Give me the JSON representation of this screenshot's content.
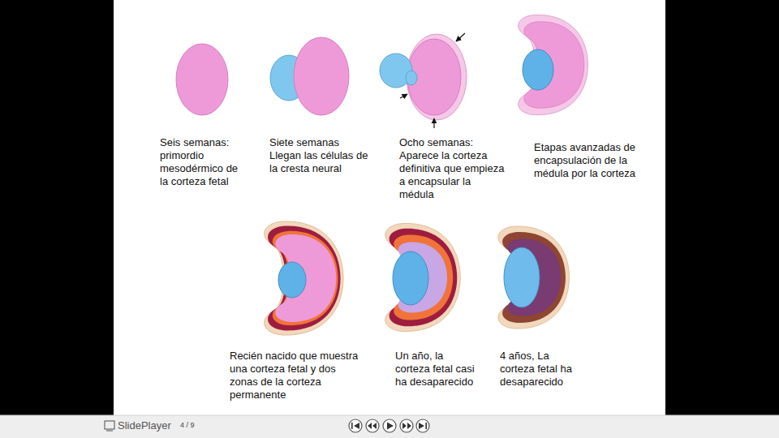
{
  "diagram": {
    "labels": [
      "Seis semanas: primordio mesodérmico de la corteza fetal",
      "Siete semanas Llegan las células de la cresta neural",
      "Ocho semanas: Aparece la corteza definitiva que empieza a encapsular la médula",
      "Etapas avanzadas de encapsulación de la médula por la corteza",
      "Recién nacido que muestra una corteza fetal y dos zonas de la corteza permanente",
      "Un año, la corteza fetal casi ha desaparecido",
      "4 años, La corteza fetal ha desaparecido",
      "SlidePlayer",
      "4 / 9"
    ]
  }
}
